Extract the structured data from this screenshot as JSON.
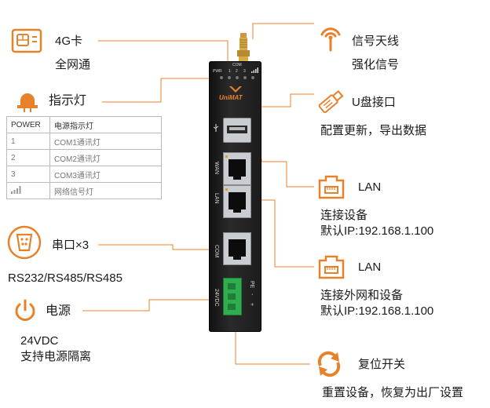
{
  "sim": {
    "title": "4G卡",
    "sub": "全网通"
  },
  "antenna": {
    "title": "信号天线",
    "sub": "强化信号"
  },
  "indicator": {
    "title": "指示灯"
  },
  "legend": [
    {
      "code": "POWER",
      "desc": "电源指示灯"
    },
    {
      "code": "1",
      "desc": "COM1通讯灯"
    },
    {
      "code": "2",
      "desc": "COM2通讯灯"
    },
    {
      "code": "3",
      "desc": "COM3通讯灯"
    },
    {
      "code": "",
      "desc": "网络信号灯"
    }
  ],
  "usb": {
    "title": "U盘接口",
    "sub": "配置更新，导出数据"
  },
  "lan1": {
    "title": "LAN",
    "line1": "连接设备",
    "line2": "默认IP:192.168.1.100"
  },
  "lan2": {
    "title": "LAN",
    "line1": "连接外网和设备",
    "line2": "默认IP:192.168.1.100"
  },
  "serial": {
    "title": "串口×3",
    "sub": "RS232/RS485/RS485"
  },
  "power": {
    "title": "电源",
    "line1": "24VDC",
    "line2": "支持电源隔离"
  },
  "reset": {
    "title": "复位开关",
    "sub": "重置设备，恢复为出厂设置"
  },
  "device": {
    "com_header": "COM",
    "led_labels": [
      "PWR",
      "1",
      "2",
      "3"
    ],
    "brand": "UniMAT",
    "wan": "WAN",
    "lan": "LAN",
    "com": "COM",
    "dc": "24VDC",
    "pe": "PE",
    "minus": "-",
    "plus": "+"
  },
  "colors": {
    "accent": "#e8822a",
    "device": "#1c1c1c",
    "terminal": "#2fae4f",
    "led_amber": "#e0a020"
  }
}
